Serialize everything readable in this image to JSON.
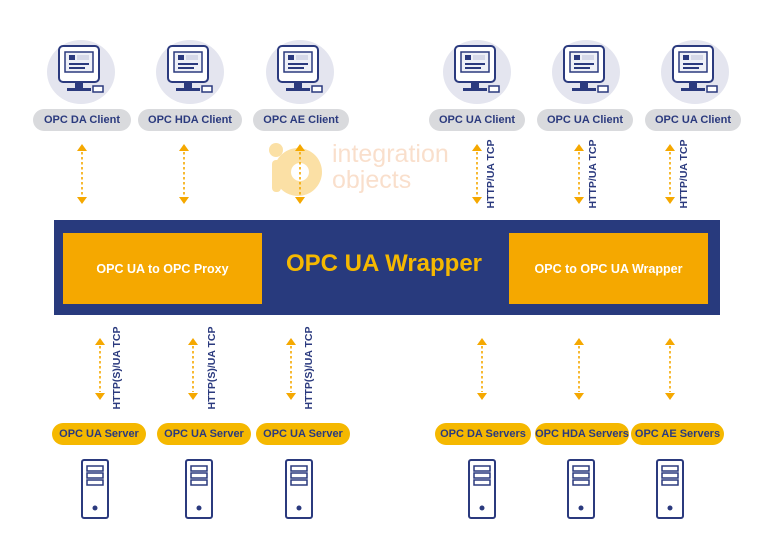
{
  "title": "OPC UA Wrapper",
  "logo": {
    "line1": "integration",
    "line2": "objects"
  },
  "proxy_box": "OPC UA to OPC Proxy",
  "wrapper_box": "OPC to OPC UA Wrapper",
  "clients": [
    "OPC DA Client",
    "OPC HDA Client",
    "OPC AE Client",
    "OPC UA Client",
    "OPC UA Client",
    "OPC UA Client"
  ],
  "top_protocols": [
    "HTTP/UA TCP",
    "HTTP/UA TCP",
    "HTTP/UA TCP"
  ],
  "bottom_protocols": [
    "HTTP(S)/UA TCP",
    "HTTP(S)/UA TCP",
    "HTTP(S)/UA TCP"
  ],
  "servers": [
    "OPC UA Server",
    "OPC UA Server",
    "OPC UA Server",
    "OPC DA Servers",
    "OPC HDA Servers",
    "OPC AE Servers"
  ],
  "colors": {
    "navy": "#283a7d",
    "orange": "#f5a800",
    "yellow": "#f5b800",
    "grey": "#d9dadd"
  }
}
